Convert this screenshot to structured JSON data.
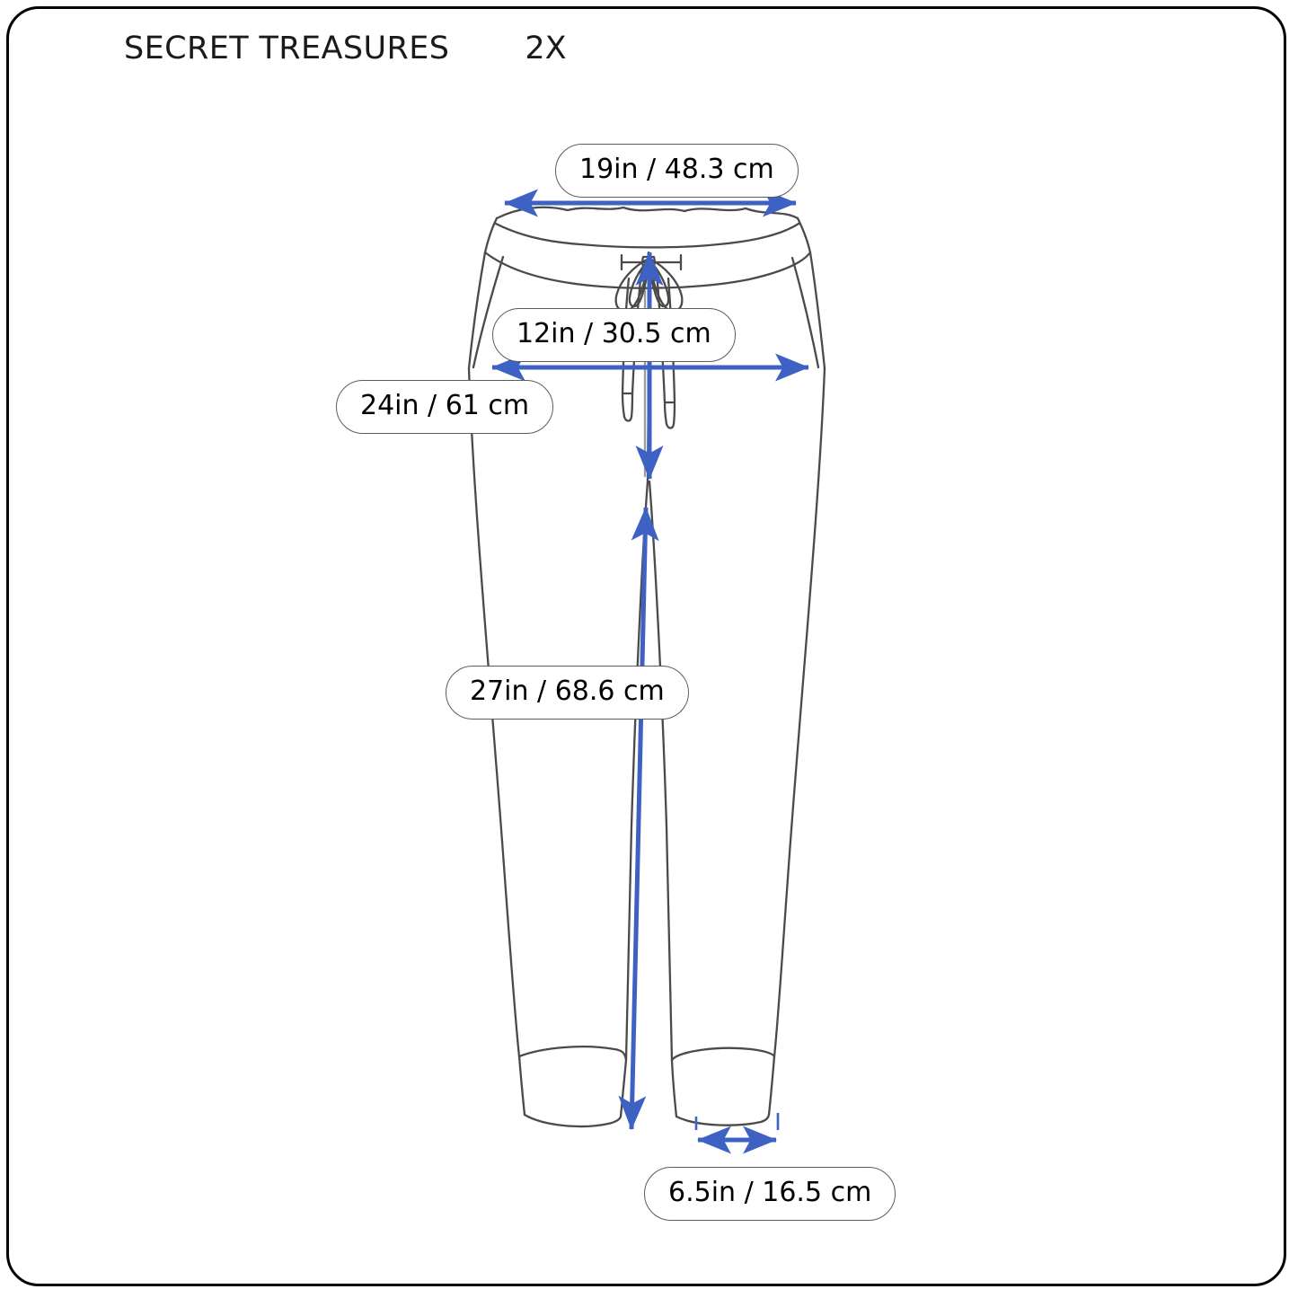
{
  "header": {
    "brand": "SECRET TREASURES",
    "size": "2X"
  },
  "colors": {
    "measurement_blue": "#3d62c4",
    "garment_outline": "#4a4a4a",
    "frame_border": "#000000",
    "label_text": "#000000",
    "label_border": "#5c5c5c",
    "background": "#ffffff"
  },
  "garment": {
    "type": "jogger-sweatpants",
    "view": "flat-front",
    "features": [
      "elastic-waistband",
      "drawstring-bow",
      "side-pockets",
      "ribbed-ankle-cuffs",
      "tapered-legs"
    ]
  },
  "measurements": [
    {
      "id": "waist",
      "name": "waist",
      "label": "19in / 48.3 cm",
      "inches": 19,
      "cm": 48.3,
      "orientation": "horizontal"
    },
    {
      "id": "rise",
      "name": "front-rise",
      "label": "12in / 30.5 cm",
      "inches": 12,
      "cm": 30.5,
      "orientation": "vertical"
    },
    {
      "id": "hip",
      "name": "hip",
      "label": "24in / 61 cm",
      "inches": 24,
      "cm": 61,
      "orientation": "horizontal"
    },
    {
      "id": "inseam",
      "name": "inseam",
      "label": "27in / 68.6 cm",
      "inches": 27,
      "cm": 68.6,
      "orientation": "vertical"
    },
    {
      "id": "leg_opening",
      "name": "leg-opening",
      "label": "6.5in / 16.5 cm",
      "inches": 6.5,
      "cm": 16.5,
      "orientation": "horizontal"
    }
  ]
}
